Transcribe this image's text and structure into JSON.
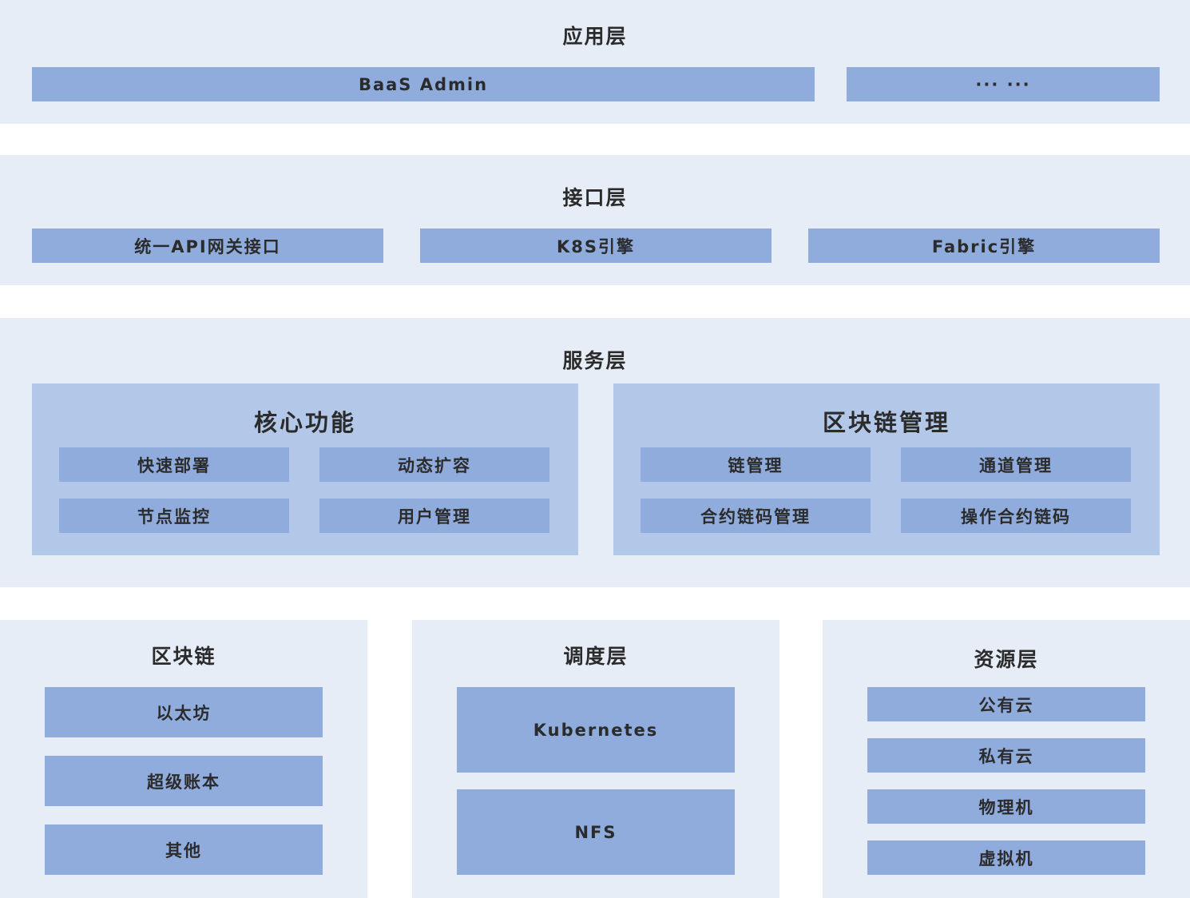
{
  "app_layer": {
    "title": "应用层",
    "items": [
      "BaaS Admin",
      "··· ···"
    ]
  },
  "interface_layer": {
    "title": "接口层",
    "items": [
      "统一API网关接口",
      "K8S引擎",
      "Fabric引擎"
    ]
  },
  "service_layer": {
    "title": "服务层",
    "core": {
      "title": "核心功能",
      "items": [
        "快速部署",
        "动态扩容",
        "节点监控",
        "用户管理"
      ]
    },
    "chain_mgmt": {
      "title": "区块链管理",
      "items": [
        "链管理",
        "通道管理",
        "合约链码管理",
        "操作合约链码"
      ]
    }
  },
  "blockchain": {
    "title": "区块链",
    "items": [
      "以太坊",
      "超级账本",
      "其他"
    ]
  },
  "scheduling_layer": {
    "title": "调度层",
    "items": [
      "Kubernetes",
      "NFS"
    ]
  },
  "resource_layer": {
    "title": "资源层",
    "items": [
      "公有云",
      "私有云",
      "物理机",
      "虚拟机"
    ]
  }
}
